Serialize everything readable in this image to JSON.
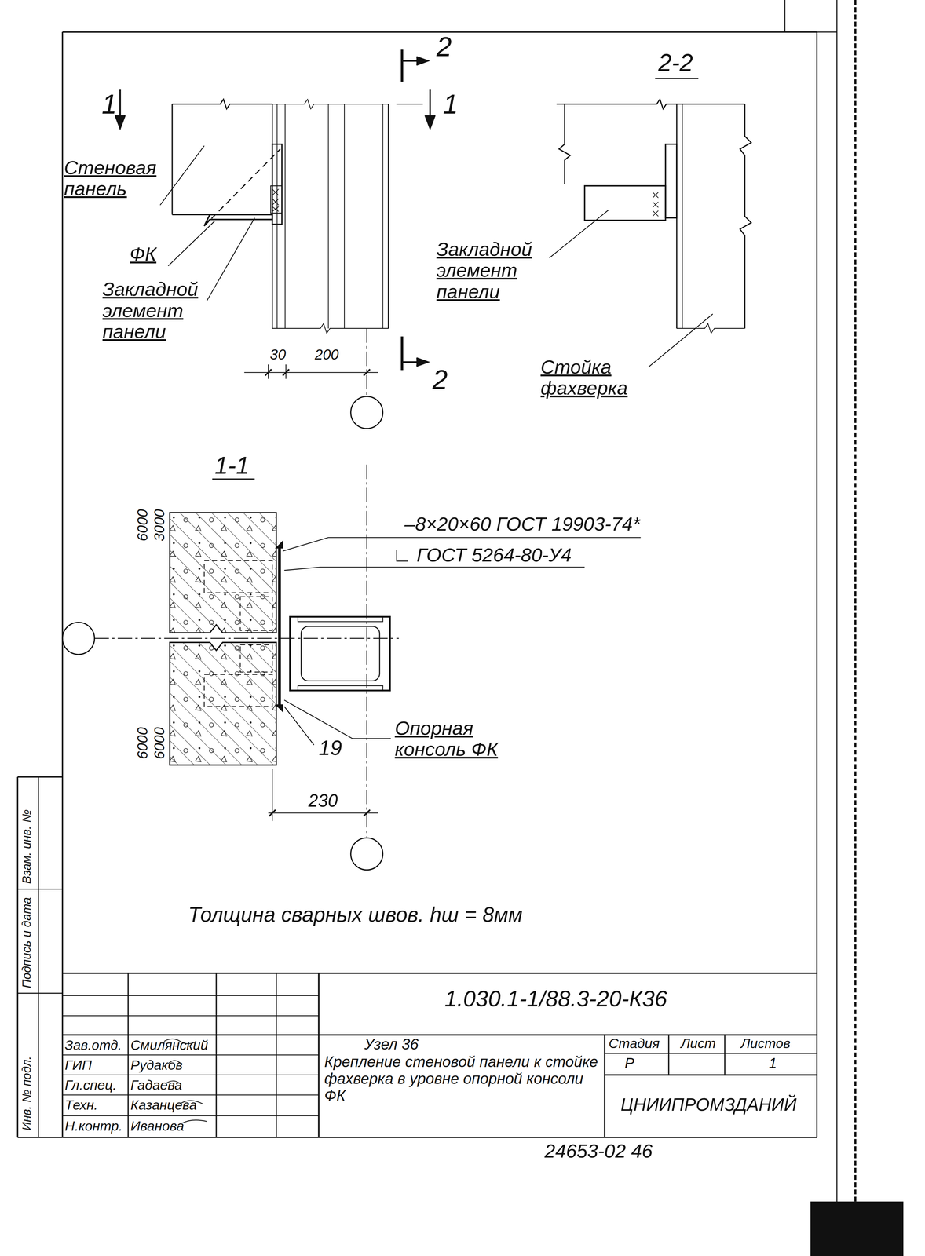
{
  "diagram": {
    "labels": [
      "1",
      "2",
      "1",
      "2-2",
      "Стеновая панель",
      "ФК",
      "Закладной элемент панели",
      "30",
      "200",
      "2",
      "Закладной элемент панели",
      "Стойка фахверка",
      "1-1",
      "6000",
      "3000",
      "6000",
      "6000",
      "–8×20×60 ГОСТ 19903-74*",
      "∟ ГОСТ 5264-80-У4",
      "Опорная консоль ФК",
      "19",
      "230",
      "Толщина сварных швов. hш = 8мм",
      "1.030.1-1/88.3-20-К36",
      "Зав.отд.",
      "Смилянский",
      "ГИП",
      "Рудаков",
      "Гл.спец.",
      "Гадаева",
      "Техн.",
      "Казанцева",
      "Н.контр.",
      "Иванова",
      "Узел 36",
      "Крепление стеновой панели к стойке фахверка в уровне опорной консоли ФК",
      "Стадия",
      "Лист",
      "Листов",
      "Р",
      "1",
      "ЦНИИПРОМЗДАНИЙ",
      "24653-02 46",
      "Инв. № подл.",
      "Подпись и дата",
      "Взам. инв. №"
    ]
  }
}
